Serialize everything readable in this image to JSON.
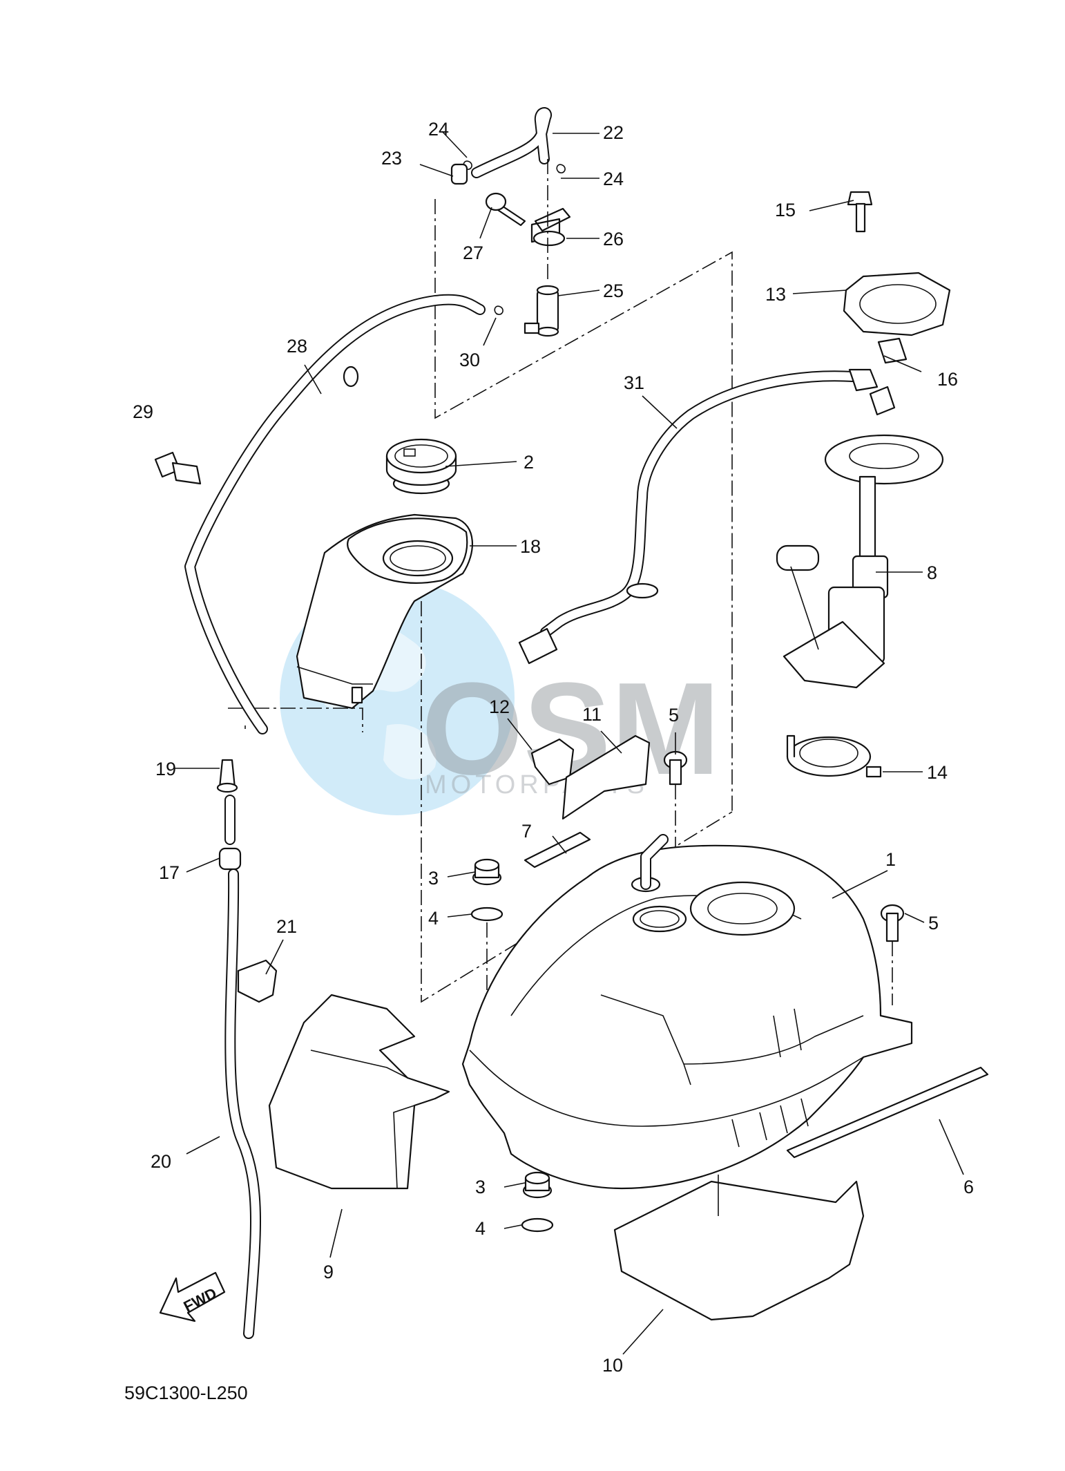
{
  "diagram_code": "59C1300-L250",
  "direction_marker": "FWD",
  "watermark": {
    "logo": "OSM",
    "subtitle": "MOTORPARTS"
  },
  "callouts": {
    "c1": "1",
    "c2": "2",
    "c3a": "3",
    "c3b": "3",
    "c4a": "4",
    "c4b": "4",
    "c5a": "5",
    "c5b": "5",
    "c6": "6",
    "c7": "7",
    "c8": "8",
    "c9": "9",
    "c10": "10",
    "c11": "11",
    "c12": "12",
    "c13": "13",
    "c14": "14",
    "c15": "15",
    "c16": "16",
    "c17": "17",
    "c18": "18",
    "c19": "19",
    "c20": "20",
    "c21": "21",
    "c22": "22",
    "c23": "23",
    "c24a": "24",
    "c24b": "24",
    "c25": "25",
    "c26": "26",
    "c27": "27",
    "c28": "28",
    "c29": "29",
    "c30": "30",
    "c31": "31"
  },
  "colors": {
    "line": "#111111",
    "watermark_blue": "#5bb8ea",
    "watermark_grey": "#8a8f95"
  }
}
